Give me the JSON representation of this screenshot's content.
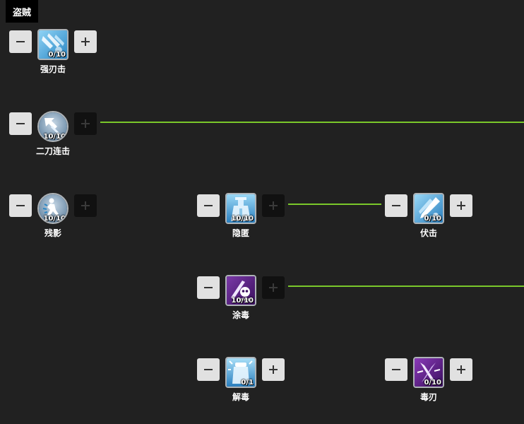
{
  "tab": {
    "label": "盗贼"
  },
  "skills": [
    {
      "name": "强刃击",
      "level": "0/10"
    },
    {
      "name": "二刀连击",
      "level": "10/10"
    },
    {
      "name": "残影",
      "level": "10/10"
    },
    {
      "name": "隐匿",
      "level": "10/10"
    },
    {
      "name": "伏击",
      "level": "0/10"
    },
    {
      "name": "涂毒",
      "level": "10/10"
    },
    {
      "name": "解毒",
      "level": "0/1"
    },
    {
      "name": "毒刃",
      "level": "0/10"
    }
  ],
  "colors": {
    "background": "#212121",
    "connector": "#7ac82a",
    "button": "#e1e1e1",
    "button_disabled": "#111111",
    "icon_blue": "#3f9ed6",
    "icon_purple": "#5a1f86"
  },
  "icons": {
    "minus": "minus-icon",
    "plus": "plus-icon",
    "skill_icons": [
      "blade-strike-icon",
      "dual-blade-icon",
      "afterimage-icon",
      "stealth-icon",
      "ambush-icon",
      "poison-coat-icon",
      "antidote-icon",
      "poison-blade-icon"
    ]
  }
}
